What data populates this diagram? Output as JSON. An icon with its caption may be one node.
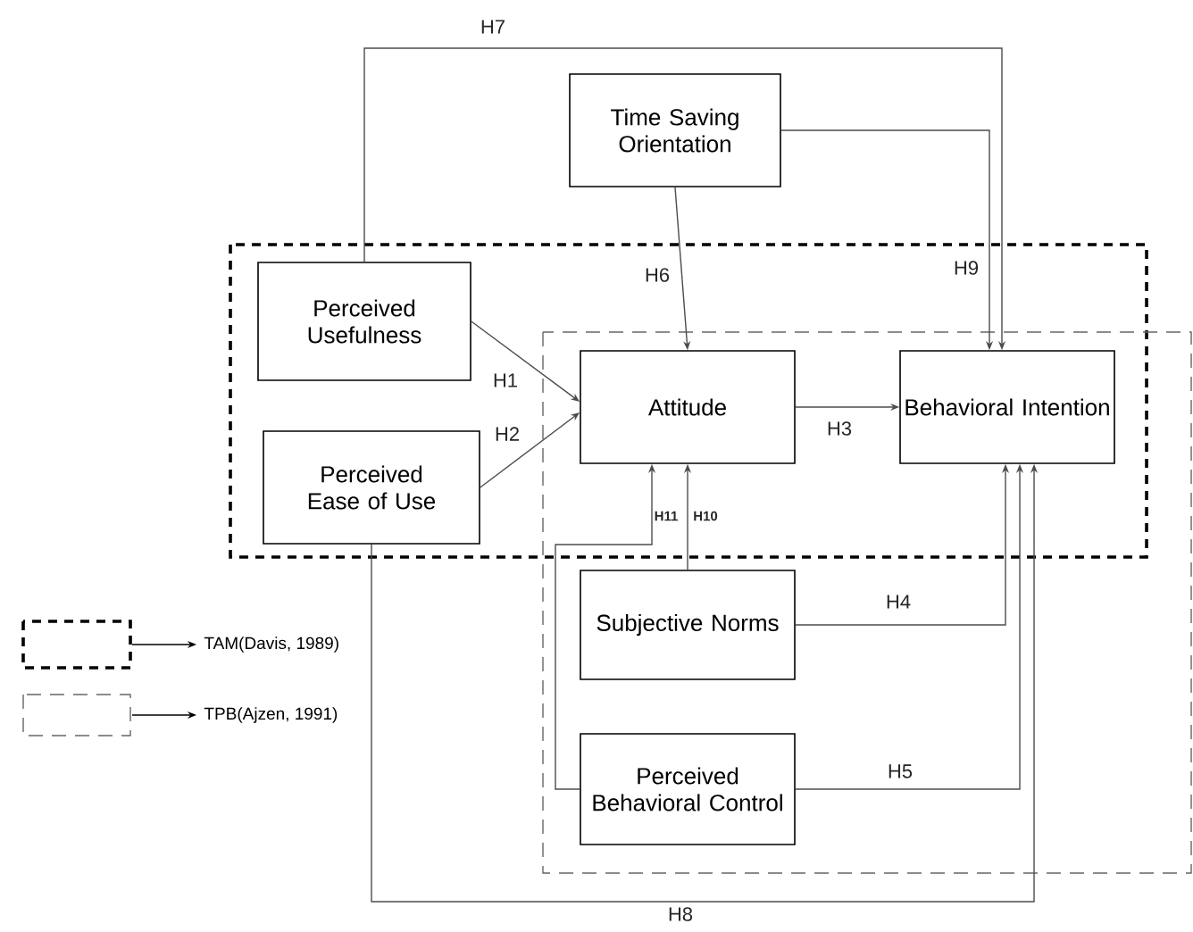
{
  "diagram": {
    "nodes": [
      {
        "text": [
          "Time Saving Orientation"
        ]
      },
      {
        "text": [
          "Perceived Usefulness"
        ]
      },
      {
        "text": [
          "Perceived Ease of Use"
        ]
      },
      {
        "text": [
          "Attitude"
        ]
      },
      {
        "text": [
          "Behavioral Intention"
        ]
      },
      {
        "text": [
          "Subjective Norms"
        ]
      },
      {
        "text": [
          "Perceived Behavioral Control"
        ]
      }
    ],
    "edges": [
      {
        "from": 1,
        "to": 3,
        "arrow": "to",
        "label": "H1"
      },
      {
        "from": 2,
        "to": 3,
        "arrow": "to",
        "label": "H2"
      },
      {
        "from": 3,
        "to": 4,
        "arrow": "to",
        "label": "H3"
      },
      {
        "from": 5,
        "to": 4,
        "arrow": "to",
        "label": "H4"
      },
      {
        "from": 6,
        "to": 4,
        "arrow": "to",
        "label": "H5"
      },
      {
        "from": 0,
        "to": 3,
        "arrow": "to",
        "label": "H6"
      },
      {
        "from": 1,
        "to": 4,
        "arrow": "to",
        "label": "H7"
      },
      {
        "from": 2,
        "to": 4,
        "arrow": "to",
        "label": "H8"
      },
      {
        "from": 0,
        "to": 4,
        "arrow": "to",
        "label": "H9"
      },
      {
        "from": 5,
        "to": 3,
        "arrow": "to",
        "label": "H10"
      },
      {
        "from": 6,
        "to": 3,
        "arrow": "to",
        "label": "H11"
      }
    ],
    "legend": [
      {
        "text": "TAM(Davis, 1989)"
      },
      {
        "text": "TPB(Ajzen, 1991)"
      }
    ]
  }
}
